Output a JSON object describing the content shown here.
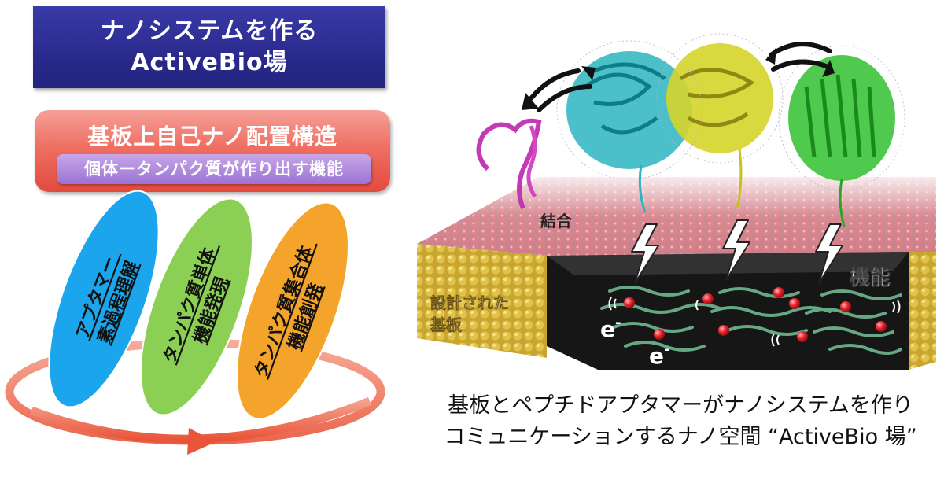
{
  "title": {
    "line1": "ナノシステムを作る",
    "line2": "ActiveBio場"
  },
  "substrate": {
    "title": "基板上自己ナノ配置構造",
    "function": "個体ータンパク質が作り出す機能"
  },
  "ovals": [
    {
      "line1": "アプタマー",
      "line2": "素過程理解",
      "color": "#1aa5ec"
    },
    {
      "line1": "タンパク質単体",
      "line2": "機能発現",
      "color": "#8ccf55"
    },
    {
      "line1": "タンパク質集合体",
      "line2": "機能創発",
      "color": "#f4a42a"
    }
  ],
  "scene": {
    "binding_label": "結合",
    "function_label": "機能",
    "substrate_label_line1": "設計された",
    "substrate_label_line2": "基板",
    "electron1": "e",
    "electron2": "e",
    "electron_sup": "-"
  },
  "caption": {
    "line1": "基板とペプチドアプタマーがナノシステムを作り",
    "line2": "コミュニケーションするナノ空間 “ActiveBio 場”"
  },
  "colors": {
    "title_bg": "#2a2a8e",
    "substrate_bg": "#ef6f63",
    "function_bg": "#9c73d3",
    "cycle_arrow": "#ee6a4e"
  }
}
